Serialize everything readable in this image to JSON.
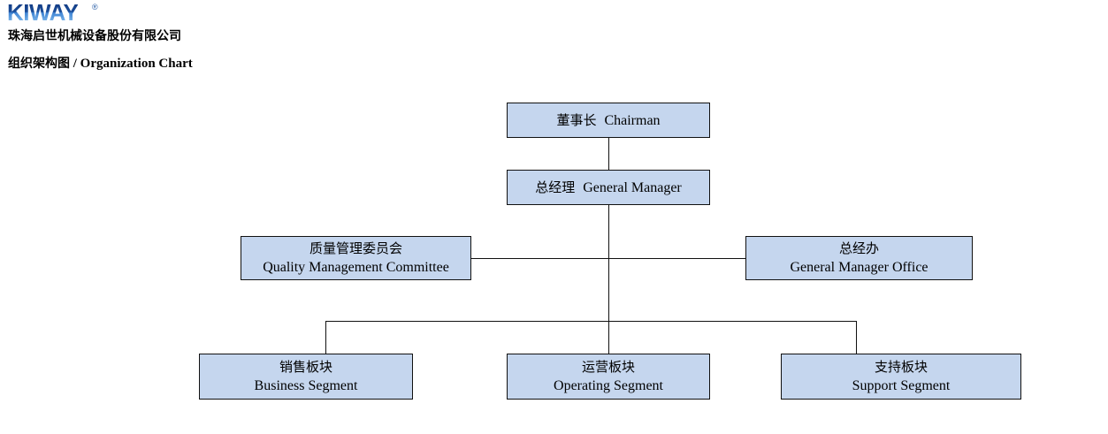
{
  "header": {
    "logo_text": "KIWAY",
    "logo_registered_mark": "®",
    "company_name": "珠海启世机械设备股份有限公司",
    "title_cn": "组织架构图",
    "title_separator": "/",
    "title_en": "Organization Chart"
  },
  "colors": {
    "logo_blue": "#1b4f9c",
    "node_fill": "#c5d6ee",
    "node_border": "#111111",
    "connector": "#111111",
    "text": "#000000",
    "background": "#ffffff"
  },
  "chart": {
    "type": "org-chart",
    "nodes": [
      {
        "id": "chairman",
        "cn": "董事长",
        "en": "Chairman",
        "level": 1
      },
      {
        "id": "gm",
        "cn": "总经理",
        "en": "General Manager",
        "level": 2
      },
      {
        "id": "qmc",
        "cn": "质量管理委员会",
        "en": "Quality Management Committee",
        "level": 3
      },
      {
        "id": "gmo",
        "cn": "总经办",
        "en": "General Manager Office",
        "level": 3
      },
      {
        "id": "business",
        "cn": "销售板块",
        "en": "Business Segment",
        "level": 4
      },
      {
        "id": "operating",
        "cn": "运营板块",
        "en": "Operating Segment",
        "level": 4
      },
      {
        "id": "support",
        "cn": "支持板块",
        "en": "Support Segment",
        "level": 4
      }
    ],
    "edges": [
      {
        "from": "chairman",
        "to": "gm"
      },
      {
        "from": "gm",
        "to": "qmc"
      },
      {
        "from": "gm",
        "to": "gmo"
      },
      {
        "from": "gm",
        "to": "business"
      },
      {
        "from": "gm",
        "to": "operating"
      },
      {
        "from": "gm",
        "to": "support"
      }
    ]
  }
}
